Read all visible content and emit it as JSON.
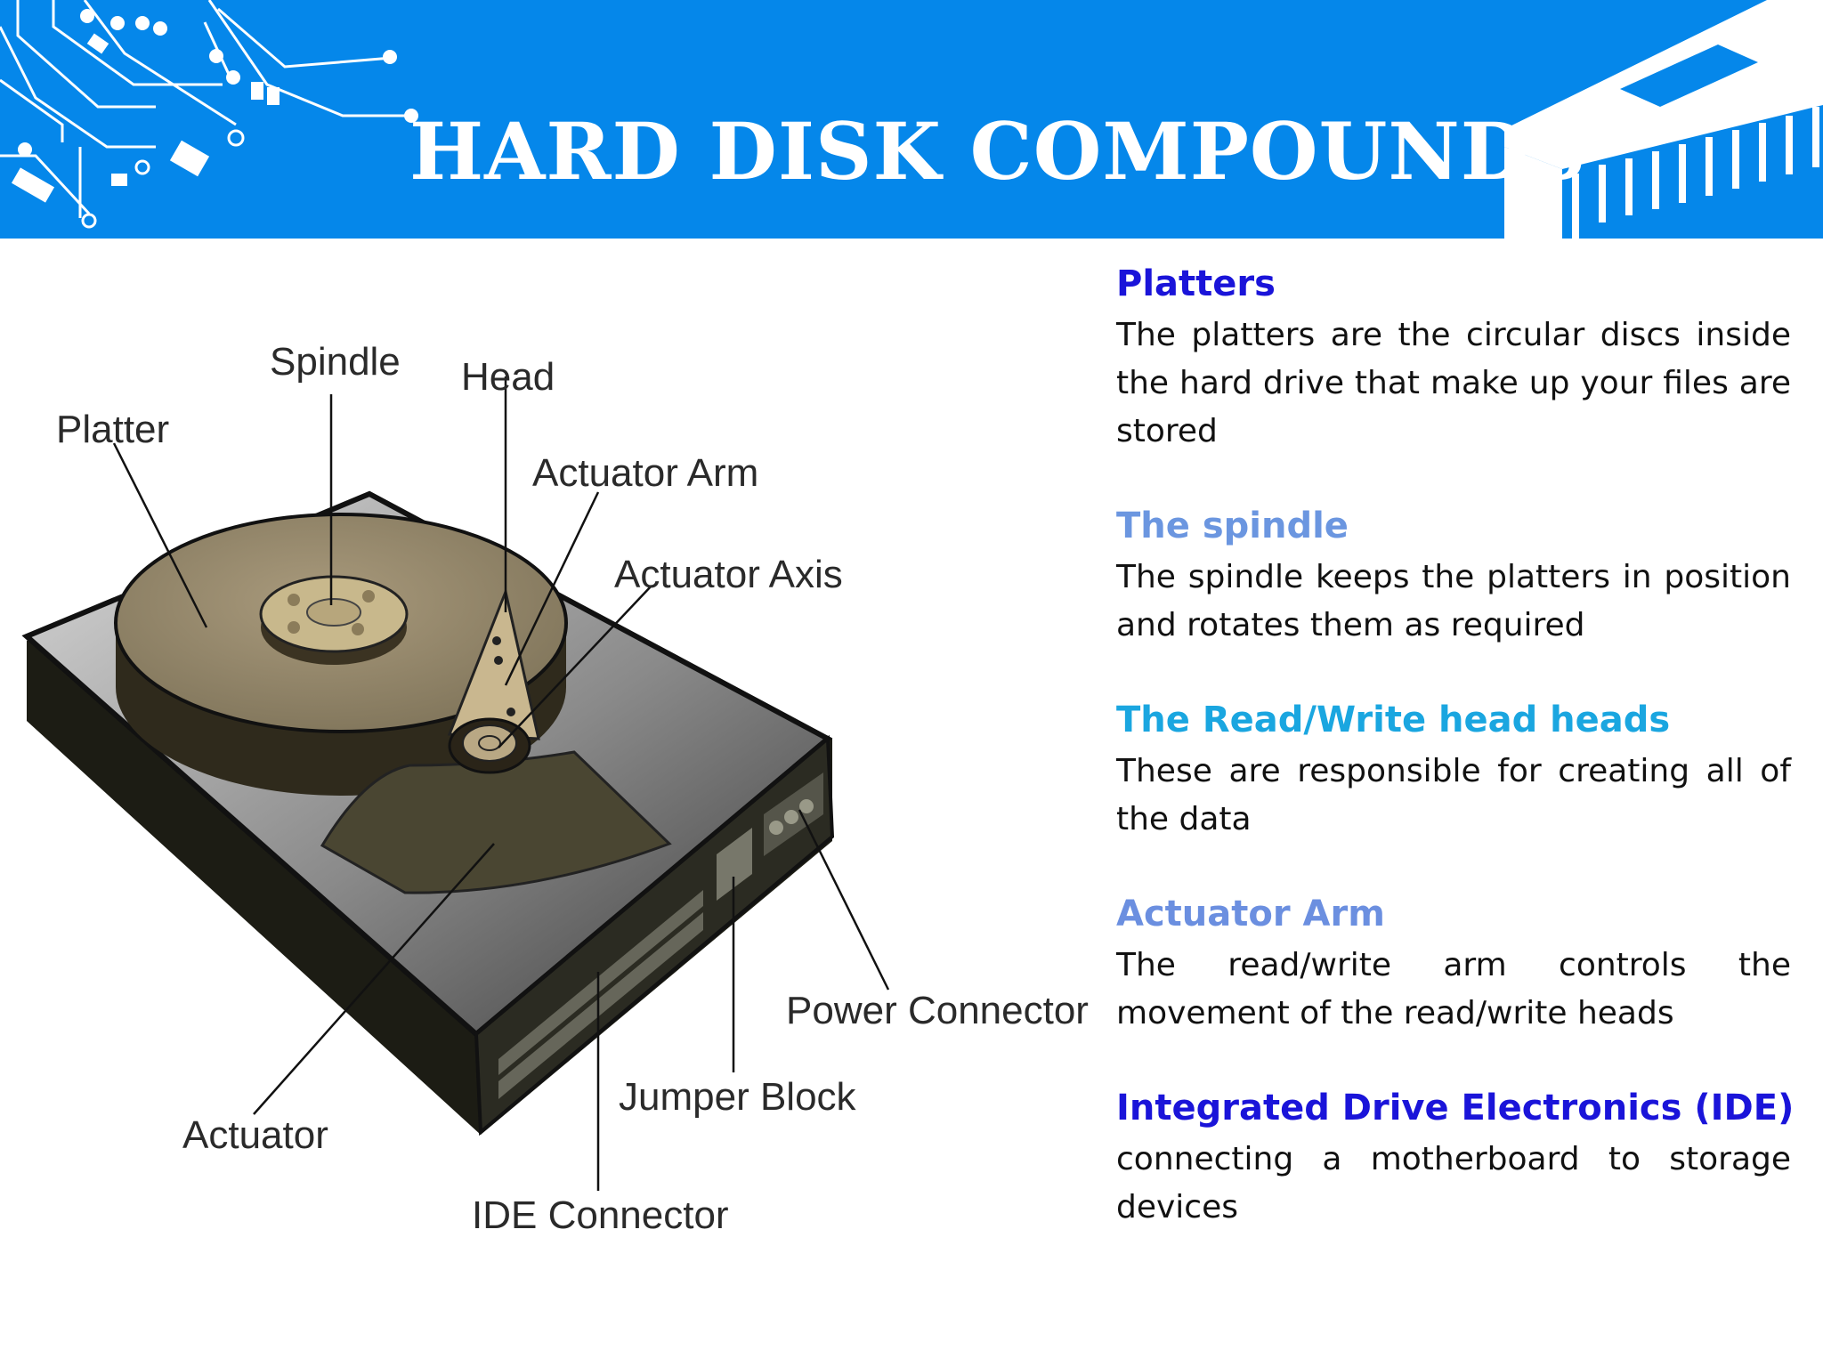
{
  "header": {
    "title": "HARD DISK COMPOUNDS",
    "background_color": "#0587ea"
  },
  "diagram": {
    "labels": {
      "platter": "Platter",
      "spindle": "Spindle",
      "head": "Head",
      "actuator_arm": "Actuator Arm",
      "actuator_axis": "Actuator Axis",
      "power_connector": "Power Connector",
      "jumper_block": "Jumper Block",
      "actuator": "Actuator",
      "ide_connector": "IDE Connector"
    }
  },
  "sections": [
    {
      "heading": "Platters",
      "color": "#1a14d9",
      "text": "The platters are the circular discs inside the hard drive that make up your files are stored"
    },
    {
      "heading": "The spindle",
      "color": "#6b96e0",
      "text": "The spindle keeps the platters in position and rotates them as required"
    },
    {
      "heading": "The Read/Write head heads",
      "color": "#1aa6e0",
      "text": "These are responsible for creating all of the data"
    },
    {
      "heading": "Actuator Arm",
      "color": "#6b8fe0",
      "text": "The read/write arm controls the movement of the read/write heads"
    },
    {
      "heading": "Integrated Drive Electronics (IDE)",
      "color": "#1a14d9",
      "text": "connecting a motherboard to storage devices"
    }
  ]
}
